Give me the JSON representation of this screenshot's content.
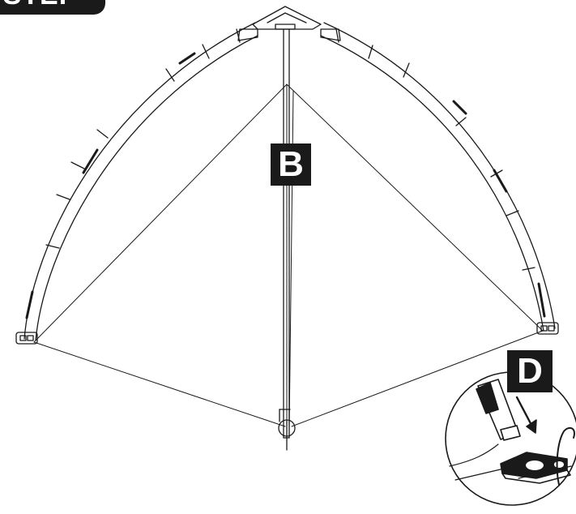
{
  "step_badge": {
    "text": "STEP"
  },
  "labels": {
    "b": "B",
    "d": "D"
  },
  "colors": {
    "ink": "#1a1a1a",
    "paper": "#ffffff"
  }
}
